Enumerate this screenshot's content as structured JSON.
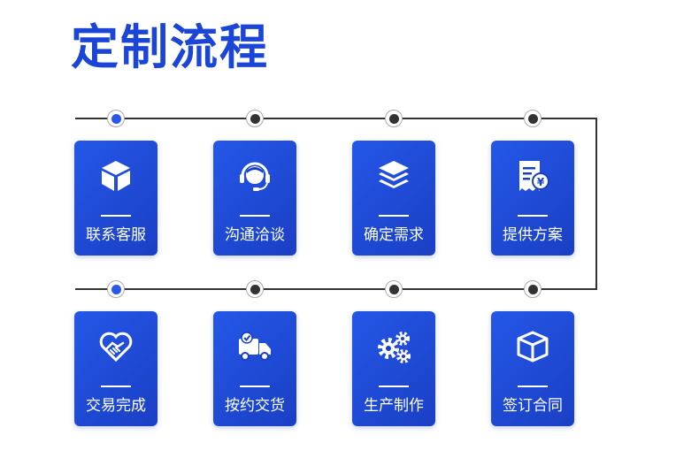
{
  "page": {
    "title": "定制流程"
  },
  "colors": {
    "accent": "#1a45d6",
    "card": "#2457e8",
    "line": "#333333"
  },
  "steps": [
    {
      "label": "联系客服",
      "icon": "cube-icon"
    },
    {
      "label": "沟通洽谈",
      "icon": "headset-agent-icon"
    },
    {
      "label": "确定需求",
      "icon": "layers-icon"
    },
    {
      "label": "提供方案",
      "icon": "invoice-yuan-icon"
    },
    {
      "label": "交易完成",
      "icon": "handshake-heart-icon"
    },
    {
      "label": "按约交货",
      "icon": "delivery-truck-icon"
    },
    {
      "label": "生产制作",
      "icon": "gears-icon"
    },
    {
      "label": "签订合同",
      "icon": "box-icon"
    }
  ]
}
